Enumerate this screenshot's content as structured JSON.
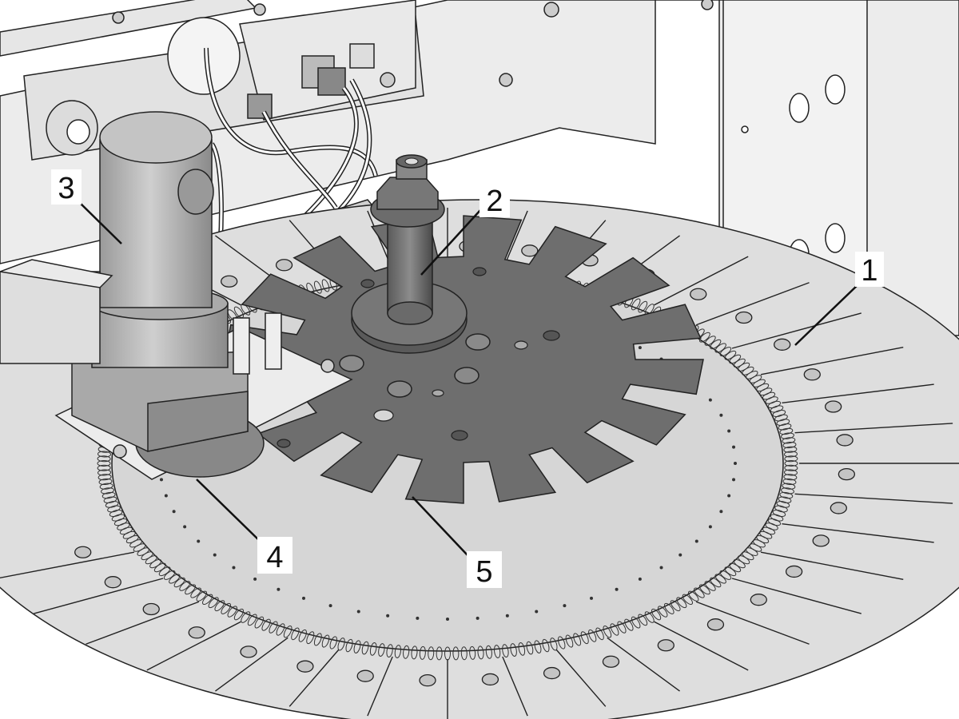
{
  "callouts": [
    {
      "id": "1",
      "label": "1"
    },
    {
      "id": "2",
      "label": "2"
    },
    {
      "id": "3",
      "label": "3"
    },
    {
      "id": "4",
      "label": "4"
    },
    {
      "id": "5",
      "label": "5"
    }
  ],
  "colors": {
    "background": "#ffffff",
    "base_plate": "#d8d8d8",
    "rotor_disk": "#6e6e6e",
    "motor": "#b5b5b5",
    "line": "#1a1a1a"
  },
  "teeth_count": 16,
  "holder_count": 40
}
